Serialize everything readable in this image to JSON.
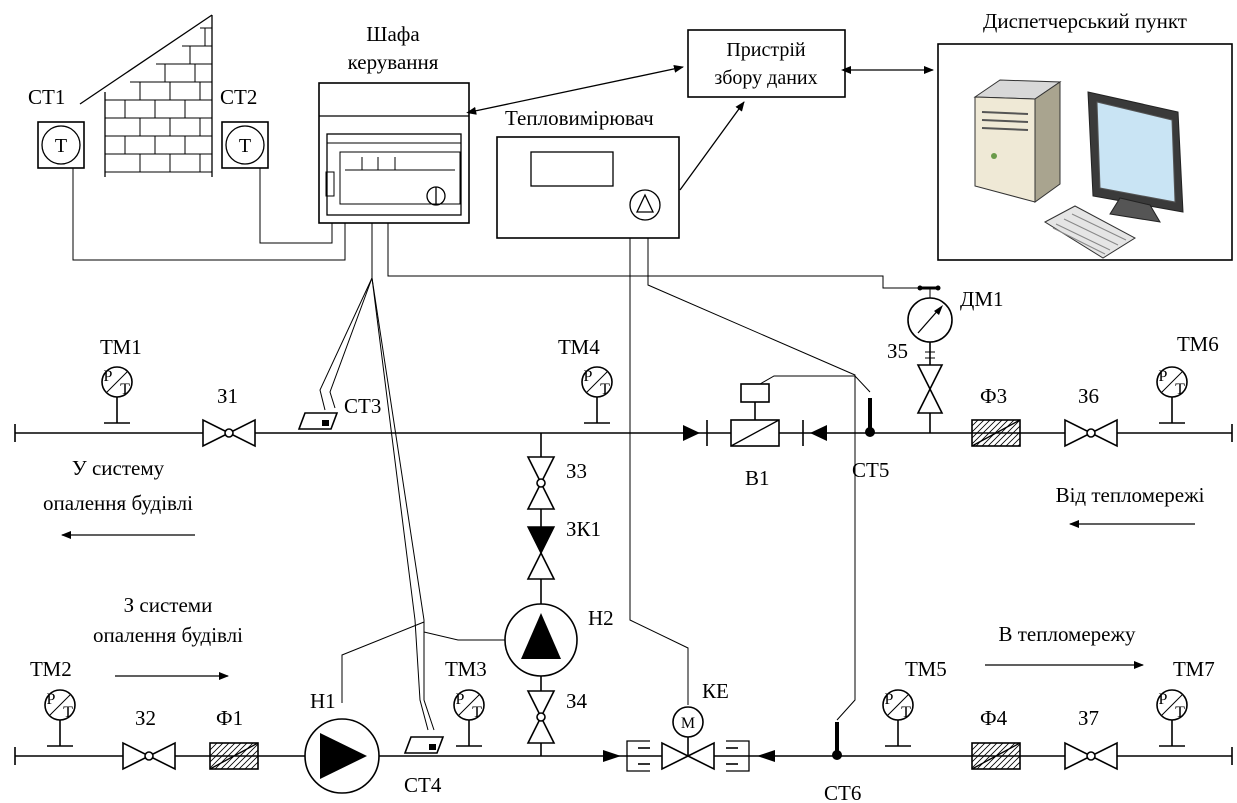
{
  "labels": {
    "ct1": "СТ1",
    "ct2": "СТ2",
    "ct3": "СТ3",
    "ct4": "СТ4",
    "ct5": "СТ5",
    "ct6": "СТ6",
    "t_symbol": "Т",
    "cabinet_line1": "Шафа",
    "cabinet_line2": "керування",
    "collector_line1": "Пристрій",
    "collector_line2": "збору даних",
    "heatmeter": "Тепловимірювач",
    "dispatch": "Диспетчерський пункт",
    "dm1": "ДМ1",
    "tm1": "ТМ1",
    "tm2": "ТМ2",
    "tm3": "ТМ3",
    "tm4": "ТМ4",
    "tm5": "ТМ5",
    "tm6": "ТМ6",
    "tm7": "ТМ7",
    "p_letter": "Р",
    "t_letter": "Т",
    "z1": "З1",
    "z2": "З2",
    "z3": "З3",
    "z4": "З4",
    "z5": "З5",
    "z6": "З6",
    "z7": "З7",
    "zk1": "ЗК1",
    "f1": "Ф1",
    "f3": "Ф3",
    "f4": "Ф4",
    "h1": "Н1",
    "h2": "Н2",
    "b1": "В1",
    "ke": "КЕ",
    "m": "М",
    "to_building_line1": "У систему",
    "to_building_line2": "опалення будівлі",
    "from_network": "Від тепломережі",
    "from_building_line1": "З системи",
    "from_building_line2": "опалення будівлі",
    "to_network": "В тепломережу"
  }
}
